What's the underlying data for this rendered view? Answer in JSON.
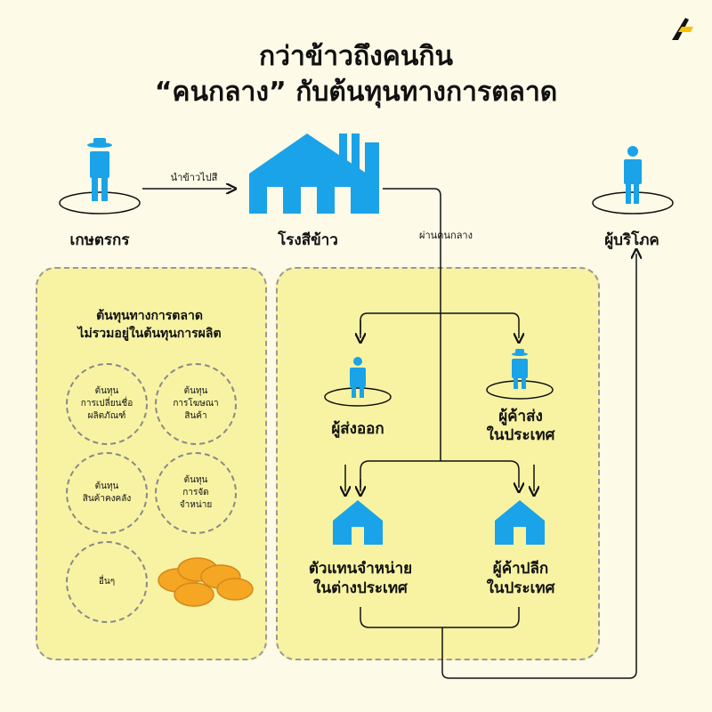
{
  "title": {
    "line1": "กว่าข้าวถึงคนกิน",
    "line2": "“คนกลาง” กับต้นทุนทางการตลาด"
  },
  "nodes": {
    "farmer": "เกษตรกร",
    "mill": "โรงสีข้าว",
    "consumer": "ผู้บริโภค",
    "exporter": "ผู้ส่งออก",
    "domestic_dealer": "ผู้ค้าส่ง\nในประเทศ",
    "foreign_distributor": "ตัวแทนจำหน่าย\nในต่างประเทศ",
    "domestic_retailer": "ผู้ค้าปลีก\nในประเทศ"
  },
  "edges": {
    "to_mill": "นำข้าวไปสี",
    "via_middlemen": "ผ่านคนกลาง"
  },
  "cost_panel": {
    "title": "ต้นทุนทางการตลาด\nไม่รวมอยู่ในต้นทุนการผลิต",
    "items": [
      "ต้นทุน\nการเปลี่ยนชื่อ\nผลิตภัณฑ์",
      "ต้นทุน\nการโฆษณา\nสินค้า",
      "ต้นทุน\nสินค้าคงคลัง",
      "ต้นทุน\nการจัด\nจำหน่าย",
      "อื่นๆ"
    ]
  },
  "colors": {
    "accent": "#1aa3e8",
    "panel": "#f7f3a3",
    "background": "#fdfae8",
    "coin": "#f5a623"
  }
}
